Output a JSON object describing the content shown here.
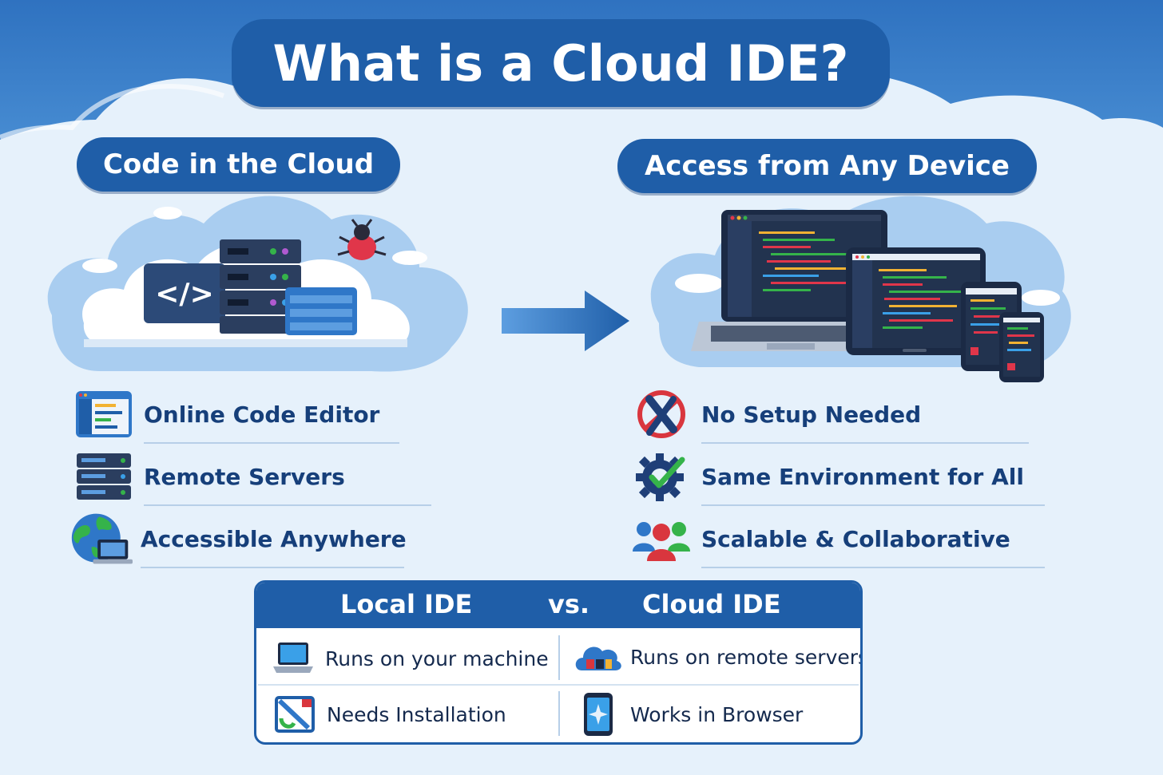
{
  "title": "What is a Cloud IDE?",
  "left_section": {
    "header": "Code in the Cloud",
    "code_symbol": "</>",
    "features": [
      {
        "icon": "code-editor-icon",
        "label": "Online Code Editor"
      },
      {
        "icon": "server-stack-icon",
        "label": "Remote Servers"
      },
      {
        "icon": "globe-laptop-icon",
        "label": "Accessible Anywhere"
      }
    ]
  },
  "right_section": {
    "header": "Access from Any Device",
    "features": [
      {
        "icon": "no-setup-icon",
        "label": "No Setup Needed"
      },
      {
        "icon": "gear-check-icon",
        "label": "Same Environment for All"
      },
      {
        "icon": "team-people-icon",
        "label": "Scalable & Collaborative"
      }
    ]
  },
  "comparison": {
    "left_header": "Local IDE",
    "vs_label": "vs.",
    "right_header": "Cloud IDE",
    "rows": [
      {
        "left_icon": "laptop-icon",
        "left": "Runs on your machine",
        "right_icon": "cloud-server-icon",
        "right": "Runs on remote servers"
      },
      {
        "left_icon": "installer-icon",
        "left": "Needs Installation",
        "right_icon": "mobile-browser-icon",
        "right": "Works in Browser"
      }
    ]
  },
  "colors": {
    "primary_blue": "#1f5ea8",
    "sky_blue": "#3f86cf",
    "background": "#e6f1fb",
    "text_navy": "#163f7a",
    "accent_red": "#d9363e",
    "accent_green": "#35b34a"
  }
}
